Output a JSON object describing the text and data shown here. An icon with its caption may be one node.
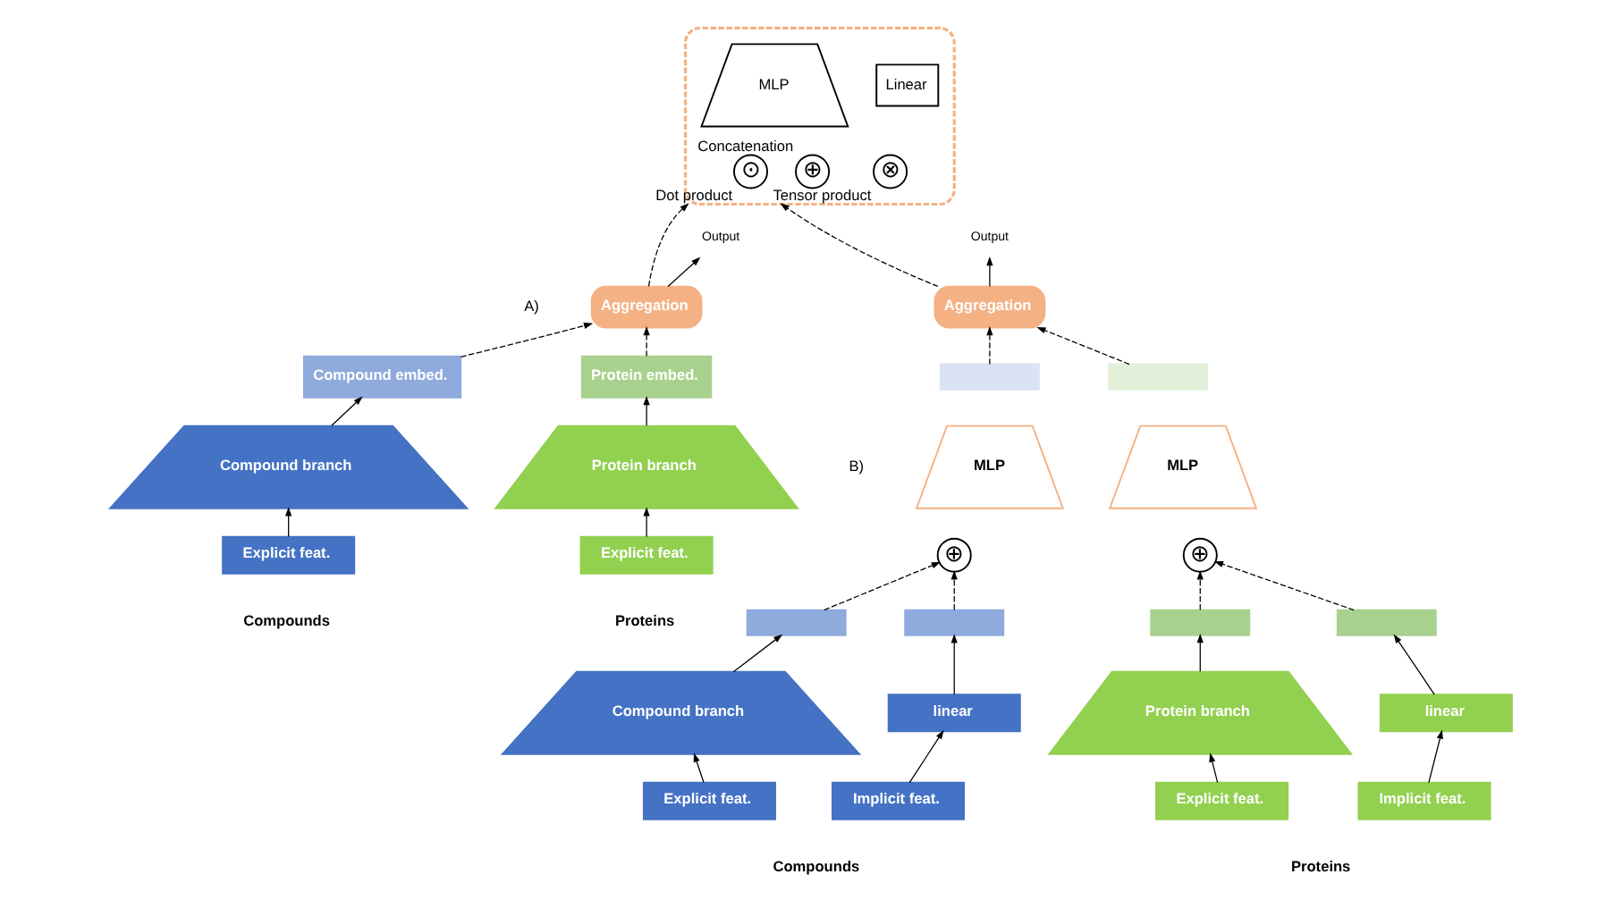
{
  "diagram": {
    "nodes": [
      {
        "text": [],
        "shape": "box"
      },
      {
        "text": [
          "MLP"
        ],
        "in": 0
      },
      {
        "text": [
          "Linear"
        ],
        "in": 0
      },
      {
        "text": [
          "⊙"
        ],
        "beside": [
          "Dot product"
        ],
        "in": 0
      },
      {
        "text": [
          "⊕"
        ],
        "beside": [
          "Concatenation"
        ],
        "in": 0
      },
      {
        "text": [
          "⊗"
        ],
        "beside": [
          "Tensor product"
        ],
        "in": 0
      },
      {
        "text": [
          "Aggregation"
        ]
      },
      {
        "text": [
          "Compound embed."
        ]
      },
      {
        "text": [
          "Protein embed."
        ]
      },
      {
        "text": [
          "Compound branch"
        ]
      },
      {
        "text": [
          "Protein branch"
        ]
      },
      {
        "text": [
          "Explicit feat."
        ]
      },
      {
        "text": [
          "Explicit feat."
        ]
      },
      {
        "text": [
          "Output"
        ]
      },
      {
        "text": [
          "Output"
        ]
      },
      {
        "text": [
          "Aggregation"
        ]
      },
      {
        "text": [],
        "shape": "box"
      },
      {
        "text": [],
        "shape": "box"
      },
      {
        "text": [
          "MLP"
        ]
      },
      {
        "text": [
          "MLP"
        ]
      },
      {
        "text": [
          "⊕"
        ]
      },
      {
        "text": [
          "⊕"
        ]
      },
      {
        "text": [],
        "shape": "box"
      },
      {
        "text": [],
        "shape": "box"
      },
      {
        "text": [],
        "shape": "box"
      },
      {
        "text": [],
        "shape": "box"
      },
      {
        "text": [
          "Compound branch"
        ]
      },
      {
        "text": [
          "linear"
        ]
      },
      {
        "text": [
          "Protein branch"
        ]
      },
      {
        "text": [
          "linear"
        ]
      },
      {
        "text": [
          "Explicit feat."
        ]
      },
      {
        "text": [
          "Implicit feat."
        ]
      },
      {
        "text": [
          "Explicit feat."
        ]
      },
      {
        "text": [
          "Implicit feat."
        ]
      }
    ],
    "edges": [
      {
        "from": 11,
        "to": 9,
        "arrow": "to"
      },
      {
        "from": 12,
        "to": 10,
        "arrow": "to"
      },
      {
        "from": 9,
        "to": 7,
        "arrow": "to"
      },
      {
        "from": 10,
        "to": 8,
        "arrow": "to"
      },
      {
        "from": 7,
        "to": 6,
        "arrow": "to",
        "style": "dashed"
      },
      {
        "from": 8,
        "to": 6,
        "arrow": "to",
        "style": "dashed"
      },
      {
        "from": 6,
        "to": 13,
        "arrow": "to"
      },
      {
        "from": 6,
        "to": 0,
        "arrow": "to",
        "style": "dashed"
      },
      {
        "from": 30,
        "to": 26,
        "arrow": "to"
      },
      {
        "from": 26,
        "to": 22,
        "arrow": "to"
      },
      {
        "from": 31,
        "to": 27,
        "arrow": "to"
      },
      {
        "from": 27,
        "to": 23,
        "arrow": "to"
      },
      {
        "from": 32,
        "to": 28,
        "arrow": "to"
      },
      {
        "from": 28,
        "to": 24,
        "arrow": "to"
      },
      {
        "from": 33,
        "to": 29,
        "arrow": "to"
      },
      {
        "from": 29,
        "to": 25,
        "arrow": "to"
      },
      {
        "from": 22,
        "to": 20,
        "arrow": "to",
        "style": "dashed"
      },
      {
        "from": 23,
        "to": 20,
        "arrow": "to",
        "style": "dashed"
      },
      {
        "from": 24,
        "to": 21,
        "arrow": "to",
        "style": "dashed"
      },
      {
        "from": 25,
        "to": 21,
        "arrow": "to",
        "style": "dashed"
      },
      {
        "from": 16,
        "to": 15,
        "arrow": "to",
        "style": "dashed"
      },
      {
        "from": 17,
        "to": 15,
        "arrow": "to",
        "style": "dashed"
      },
      {
        "from": 15,
        "to": 14,
        "arrow": "to"
      },
      {
        "from": 15,
        "to": 0,
        "arrow": "to",
        "style": "dashed"
      }
    ],
    "labels": [
      "A)",
      "B)",
      "Compounds",
      "Proteins",
      "Compounds",
      "Proteins"
    ]
  }
}
